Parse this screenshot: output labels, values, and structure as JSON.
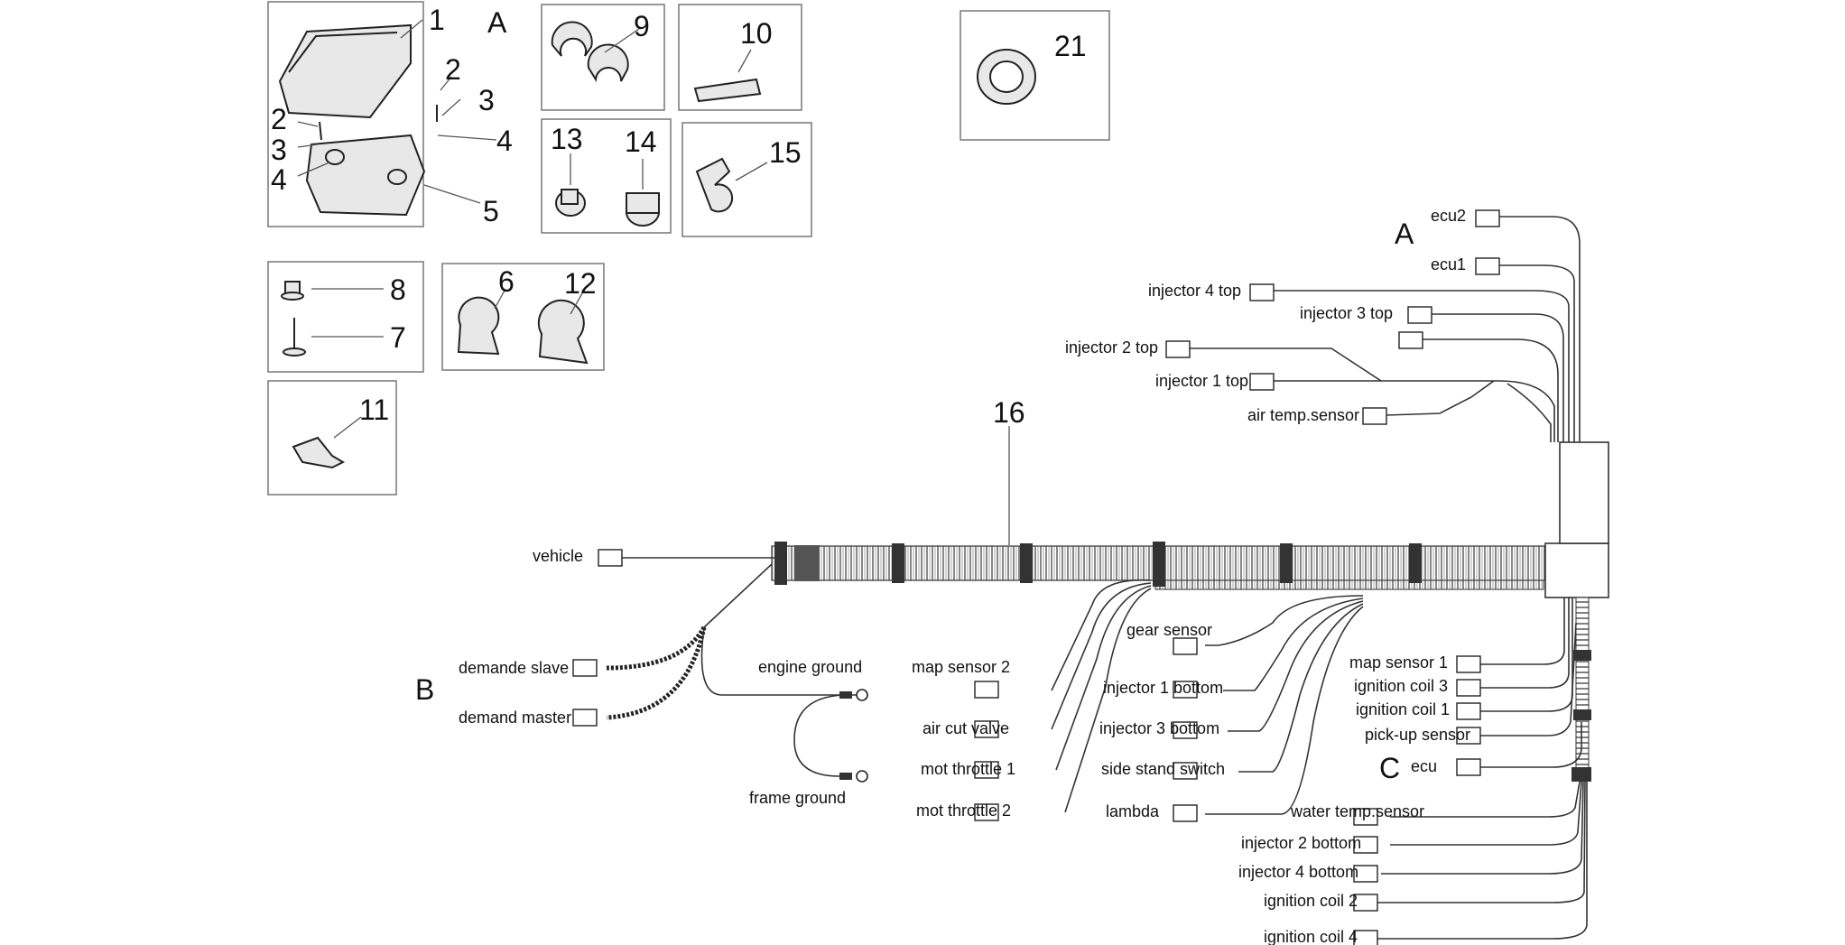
{
  "callouts": {
    "p1": "1",
    "p2a": "2",
    "p2b": "2",
    "p3a": "3",
    "p3b": "3",
    "p4a": "4",
    "p4b": "4",
    "p5": "5",
    "p6": "6",
    "p7": "7",
    "p8": "8",
    "p9": "9",
    "p10": "10",
    "p11": "11",
    "p12": "12",
    "p13": "13",
    "p14": "14",
    "p15": "15",
    "p16": "16",
    "p21": "21"
  },
  "section_letters": {
    "box_a": "A",
    "harness_a": "A",
    "harness_b": "B",
    "harness_c": "C"
  },
  "connectors": {
    "ecu2": "ecu2",
    "ecu1": "ecu1",
    "injector_4_top": "injector 4 top",
    "injector_3_top": "injector 3 top",
    "injector_2_top": "injector 2 top",
    "injector_1_top": "injector 1 top",
    "air_temp_sensor": "air temp.sensor",
    "vehicle": "vehicle",
    "demande_slave": "demande slave",
    "demand_master": "demand master",
    "engine_ground": "engine ground",
    "frame_ground": "frame ground",
    "map_sensor_2": "map sensor 2",
    "air_cut_valve": "air cut valve",
    "mot_throttle_1": "mot throttle 1",
    "mot_throttle_2": "mot throttle 2",
    "gear_sensor": "gear sensor",
    "injector_1_bottom": "injector 1 bottom",
    "injector_3_bottom": "injector 3 bottom",
    "side_stand_switch": "side stand switch",
    "lambda": "lambda",
    "map_sensor_1": "map sensor 1",
    "ignition_coil_3": "ignition coil 3",
    "ignition_coil_1": "ignition coil 1",
    "pick_up_sensor": "pick-up sensor",
    "ecu": "ecu",
    "water_temp_sensor": "water temp.sensor",
    "injector_2_bottom": "injector 2 bottom",
    "injector_4_bottom": "injector 4 bottom",
    "ignition_coil_2": "ignition coil 2",
    "ignition_coil_4": "ignition coil 4"
  }
}
